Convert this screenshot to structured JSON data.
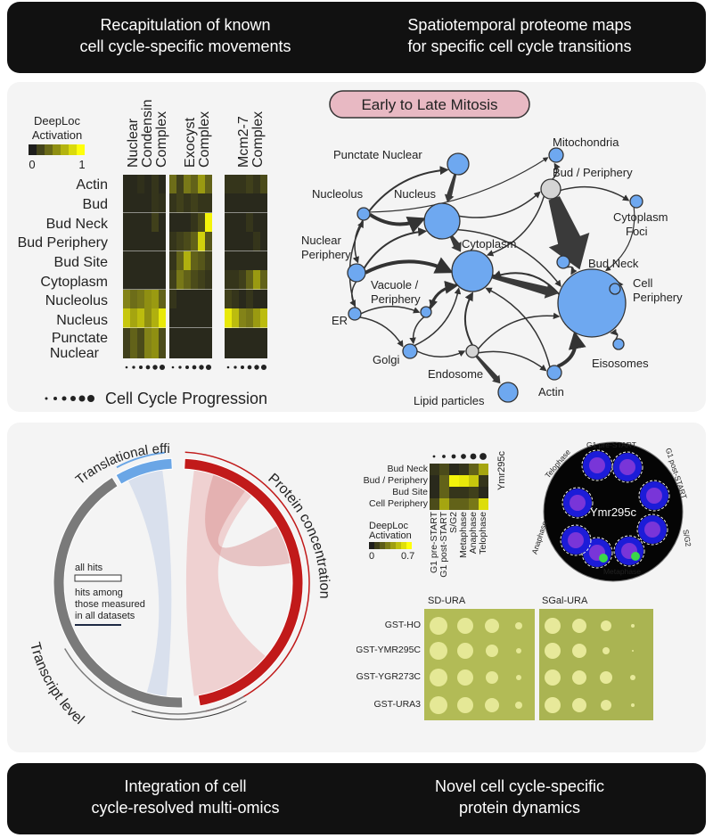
{
  "banners": {
    "top_left": [
      "Recapitulation of known",
      "cell cycle-specific movements"
    ],
    "top_right": [
      "Spatiotemporal proteome maps",
      "for specific cell cycle transitions"
    ],
    "bottom_left": [
      "Integration of cell",
      "cycle-resolved multi-omics"
    ],
    "bottom_right": [
      "Novel cell cycle-specific",
      "protein dynamics"
    ]
  },
  "heatmap1": {
    "legend_title": [
      "DeepLoc",
      "Activation"
    ],
    "legend_min": "0",
    "legend_max": "1",
    "complexes": [
      [
        "Nuclear",
        "Condensin",
        "Complex"
      ],
      [
        "Exocyst",
        "Complex"
      ],
      [
        "Mcm2-7",
        "Complex"
      ]
    ],
    "rows": [
      "Actin",
      "Bud",
      "Bud Neck",
      "Bud Periphery",
      "Bud Site",
      "Cytoplasm",
      "Nucleolus",
      "Nucleus",
      "Punctate",
      "Nuclear"
    ],
    "progression_label": "Cell Cycle Progression"
  },
  "network": {
    "title": "Early to Late Mitosis",
    "nodes": {
      "mitochondria": "Mitochondria",
      "punctate_nuclear": "Punctate Nuclear",
      "bud_periphery": "Bud / Periphery",
      "nucleolus": "Nucleolus",
      "nucleus": "Nucleus",
      "cytoplasm_foci": [
        "Cytoplasm",
        "Foci"
      ],
      "nuclear_periphery": [
        "Nuclear",
        "Periphery"
      ],
      "cytoplasm": "Cytoplasm",
      "bud_neck": "Bud Neck",
      "vacuole": [
        "Vacuole /",
        "Periphery"
      ],
      "cell_periphery": [
        "Cell",
        "Periphery"
      ],
      "er": "ER",
      "eisosomes": "Eisosomes",
      "golgi": "Golgi",
      "endosome": "Endosome",
      "actin": "Actin",
      "lipid_particles": "Lipid particles"
    }
  },
  "circos": {
    "translational_efficiency": "Translational efficiency",
    "protein_concentration": "Protein concentration",
    "transcript_level": "Transcript level",
    "legend_all_hits": "all hits",
    "legend_measured": [
      "hits among",
      "those measured",
      "in all datasets"
    ]
  },
  "heatmap2": {
    "rows": [
      "Bud Neck",
      "Bud / Periphery",
      "Bud Site",
      "Cell Periphery"
    ],
    "cols": [
      "G1 pre-START",
      "G1 post-START",
      "S/G2",
      "Metaphase",
      "Anaphase",
      "Telophase"
    ],
    "protein": "Ymr295c",
    "legend_title": [
      "DeepLoc",
      "Activation"
    ],
    "legend_min": "0",
    "legend_max": "0.7"
  },
  "micrograph": {
    "center_label": "Ymr295c",
    "phases": [
      "G1 pre-START",
      "G1 post-START",
      "S/G2",
      "Metaphase",
      "Anaphase",
      "Telophase"
    ]
  },
  "spot_assay": {
    "plate_left": "SD-URA",
    "plate_right": "SGal-URA",
    "strains": [
      "GST-HO",
      "GST-YMR295C",
      "GST-YGR273C",
      "GST-URA3"
    ]
  }
}
